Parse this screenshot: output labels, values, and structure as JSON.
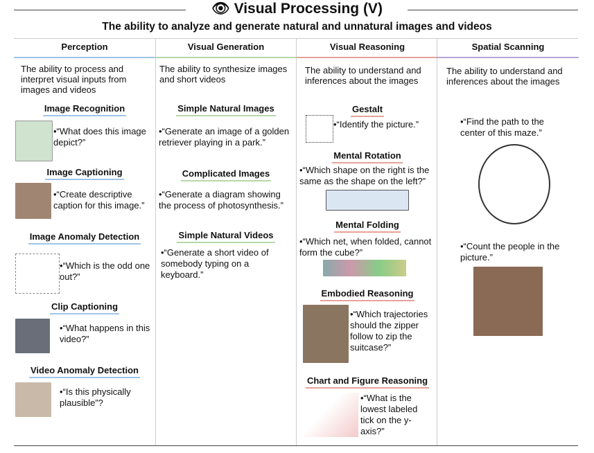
{
  "title": "Visual Processing (V)",
  "subtitle": "The ability to analyze and generate natural and unnatural images and videos",
  "colors": {
    "perception": "#9fc5e8",
    "generation": "#b6d7a8",
    "reasoning": "#e6a19b",
    "spatial": "#b4a7d6"
  },
  "columns": [
    {
      "header": "Perception",
      "desc": "The ability to process and interpret visual inputs from images and videos",
      "sections": [
        {
          "title": "Image Recognition",
          "question": "•“What does this image depict?”"
        },
        {
          "title": "Image Captioning",
          "question": "•“Create descriptive caption for this image.”"
        },
        {
          "title": "Image Anomaly Detection",
          "question": "•“Which is the odd one out?”"
        },
        {
          "title": "Clip Captioning",
          "question": "•“What happens in this video?”"
        },
        {
          "title": "Video Anomaly Detection",
          "question": "•“Is this physically plausible”?"
        }
      ]
    },
    {
      "header": "Visual Generation",
      "desc": "The ability to synthesize images and short videos",
      "sections": [
        {
          "title": "Simple Natural Images",
          "question": "•“Generate an image of a golden retriever playing in a park.”"
        },
        {
          "title": "Complicated Images",
          "question": "•“Generate a diagram showing the process of photosynthesis.”"
        },
        {
          "title": "Simple Natural Videos",
          "question": "•“Generate a short video of somebody typing on a keyboard.”"
        }
      ]
    },
    {
      "header": "Visual Reasoning",
      "desc": "The ability to understand and inferences about the images",
      "sections": [
        {
          "title": "Gestalt",
          "question": "•“Identify the picture.”"
        },
        {
          "title": "Mental Rotation",
          "question": "•“Which shape on the right is the same as the shape on the left?”"
        },
        {
          "title": "Mental Folding",
          "question": "•“Which net, when folded, cannot form the cube?”"
        },
        {
          "title": "Embodied Reasoning",
          "question": "•“Which trajectories should the zipper follow to zip the suitcase?”"
        },
        {
          "title": "Chart and Figure Reasoning",
          "question": "•“What is the lowest labeled tick on the y-axis?”"
        }
      ]
    },
    {
      "header": "Spatial Scanning",
      "desc": "The ability to understand and inferences about the images",
      "sections": [
        {
          "question": "•“Find the path to the center of this maze.”"
        },
        {
          "question": "•“Count the people in the picture.”"
        }
      ]
    }
  ]
}
